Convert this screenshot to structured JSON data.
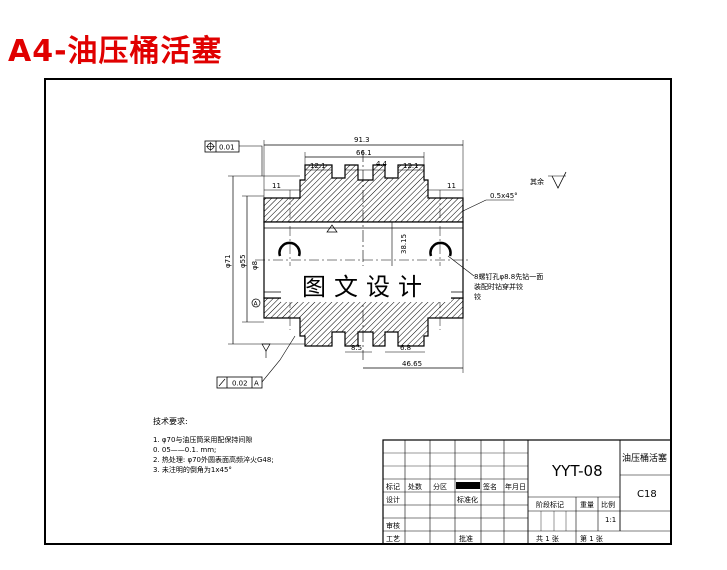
{
  "title": "A4-油压桶活塞",
  "dims": {
    "tol_flat": "0.01",
    "d_overall": "91.3",
    "d_inner": "66.1",
    "d_groove_l": "12.1",
    "d_groove_r": "12.1",
    "d_mid": "4.4",
    "d_step_l": "11",
    "d_step_r": "11",
    "chamfer": "0.5x45°",
    "rough": "其余",
    "d_od": "φ71",
    "d_id": "φ55",
    "d_pin": "φ8",
    "d_depth": "38.15",
    "d_b1": "8.5",
    "d_b2": "6.8",
    "d_b3": "46.65",
    "tol_perp": "0.02",
    "tol_ref": "A",
    "datum_a": "A",
    "note_hole_1": "8螺钉孔φ8.8先钻一面",
    "note_hole_2": "装配时钻穿并铰",
    "note_hole_3": "铰"
  },
  "watermark": "图文设计",
  "tech": {
    "heading": "技术要求:",
    "items": [
      "1. φ70与油压筒采用配保持间隙",
      "0. 05——0.1. mm;",
      "2. 热处理:  φ70外圆表面高频淬火G48;",
      "3. 未注明的倒角为1x45°"
    ]
  },
  "tb": {
    "code": "YYT-08",
    "name": "油压桶活塞",
    "material": "C18",
    "scale": "1:1",
    "h_mark": "标记",
    "h_count": "处数",
    "h_zone": "分区",
    "h_sign": "签名",
    "h_date": "年月日",
    "design": "设计",
    "standard": "标准化",
    "stage": "阶段标记",
    "weight": "重量",
    "ratio": "比例",
    "review": "审核",
    "craft": "工艺",
    "approve": "批准",
    "total": "共 1 张",
    "sheet": "第 1 张"
  }
}
